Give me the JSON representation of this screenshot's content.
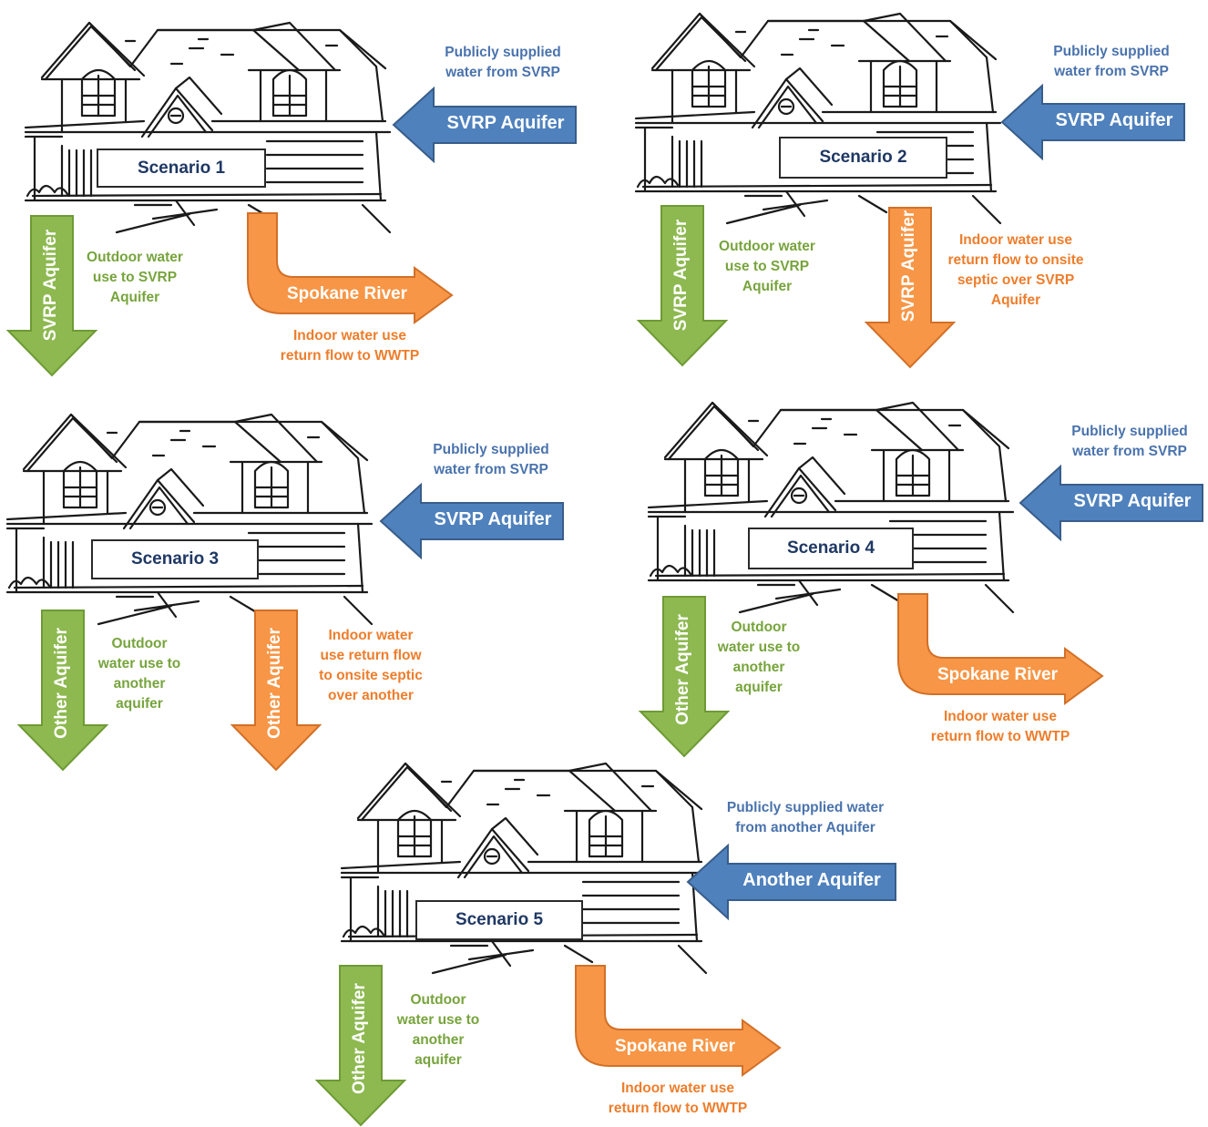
{
  "colors": {
    "blue": "#4f81bd",
    "blue_stroke": "#385d8a",
    "green": "#8db950",
    "green_stroke": "#6e9a34",
    "orange": "#f79646",
    "orange_stroke": "#d27028",
    "box_text": "#1f3864"
  },
  "scenario1": {
    "title": "Scenario 1",
    "supply_caption": [
      "Publicly supplied",
      "water from SVRP"
    ],
    "supply_arrow": "SVRP Aquifer",
    "outdoor_arrow": "SVRP Aquifer",
    "outdoor_caption": [
      "Outdoor water",
      "use to SVRP",
      "Aquifer"
    ],
    "indoor_arrow": "Spokane River",
    "indoor_caption": [
      "Indoor water use",
      "return flow to WWTP"
    ]
  },
  "scenario2": {
    "title": "Scenario 2",
    "supply_caption": [
      "Publicly supplied",
      "water from SVRP"
    ],
    "supply_arrow": "SVRP Aquifer",
    "outdoor_arrow": "SVRP Aquifer",
    "outdoor_caption": [
      "Outdoor water",
      "use to SVRP",
      "Aquifer"
    ],
    "indoor_arrow": "SVRP Aquifer",
    "indoor_caption": [
      "Indoor water use",
      "return flow to onsite",
      "septic over SVRP",
      "Aquifer"
    ]
  },
  "scenario3": {
    "title": "Scenario 3",
    "supply_caption": [
      "Publicly supplied",
      "water from SVRP"
    ],
    "supply_arrow": "SVRP Aquifer",
    "outdoor_arrow": "Other Aquifer",
    "outdoor_caption": [
      "Outdoor",
      "water use to",
      "another",
      "aquifer"
    ],
    "indoor_arrow": "Other Aquifer",
    "indoor_caption": [
      "Indoor water",
      "use return flow",
      "to onsite septic",
      "over another"
    ]
  },
  "scenario4": {
    "title": "Scenario 4",
    "supply_caption": [
      "Publicly supplied",
      "water from SVRP"
    ],
    "supply_arrow": "SVRP Aquifer",
    "outdoor_arrow": "Other Aquifer",
    "outdoor_caption": [
      "Outdoor",
      "water use to",
      "another",
      "aquifer"
    ],
    "indoor_arrow": "Spokane River",
    "indoor_caption": [
      "Indoor water use",
      "return flow to WWTP"
    ]
  },
  "scenario5": {
    "title": "Scenario 5",
    "supply_caption": [
      "Publicly supplied water",
      "from another Aquifer"
    ],
    "supply_arrow": "Another Aquifer",
    "outdoor_arrow": "Other Aquifer",
    "outdoor_caption": [
      "Outdoor",
      "water use to",
      "another",
      "aquifer"
    ],
    "indoor_arrow": "Spokane River",
    "indoor_caption": [
      "Indoor water use",
      "return flow to WWTP"
    ]
  }
}
